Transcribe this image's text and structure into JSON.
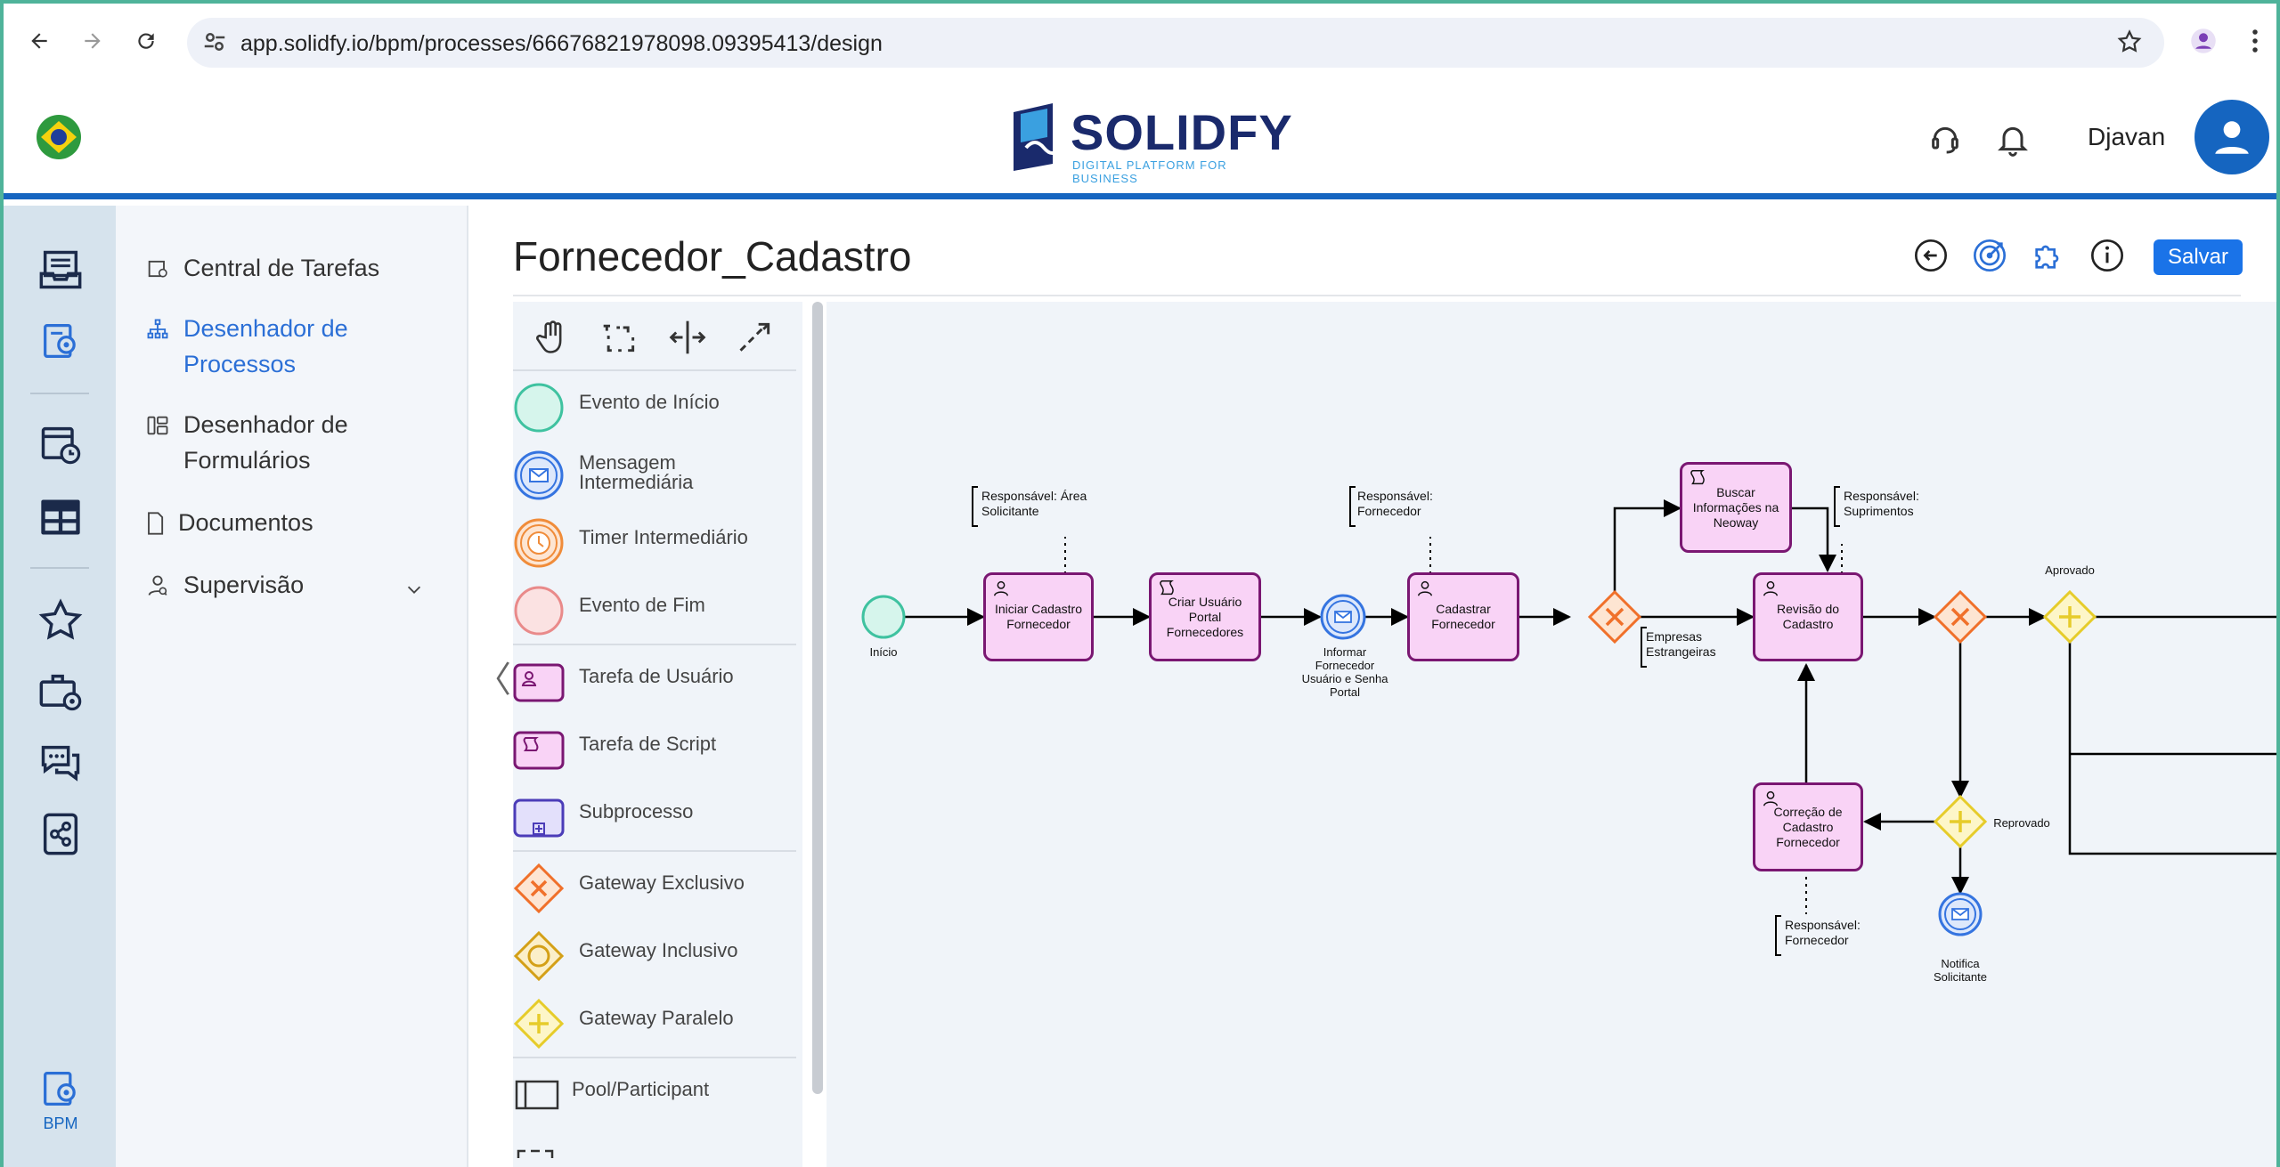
{
  "browser": {
    "url": "app.solidfy.io/bpm/processes/66676821978098.09395413/design"
  },
  "header": {
    "brand": "SOLIDFY",
    "tagline": "DIGITAL PLATFORM FOR BUSINESS",
    "user_name": "Djavan"
  },
  "rail": {
    "bpm_label": "BPM"
  },
  "nav": {
    "items": [
      {
        "label": "Central de Tarefas"
      },
      {
        "label": "Desenhador de Processos"
      },
      {
        "label": "Desenhador de Formulários"
      },
      {
        "label": "Documentos"
      },
      {
        "label": "Supervisão"
      }
    ]
  },
  "page": {
    "title": "Fornecedor_Cadastro",
    "save_label": "Salvar"
  },
  "palette": {
    "items": [
      {
        "label": "Evento de Início"
      },
      {
        "label": "Mensagem Intermediária"
      },
      {
        "label": "Timer Intermediário"
      },
      {
        "label": "Evento de Fim"
      },
      {
        "label": "Tarefa de Usuário"
      },
      {
        "label": "Tarefa de Script"
      },
      {
        "label": "Subprocesso"
      },
      {
        "label": "Gateway Exclusivo"
      },
      {
        "label": "Gateway Inclusivo"
      },
      {
        "label": "Gateway Paralelo"
      },
      {
        "label": "Pool/Participant"
      }
    ]
  },
  "diagram": {
    "start_label": "Início",
    "tasks": {
      "iniciar": "Iniciar Cadastro Fornecedor",
      "criar": "Criar Usuário Portal Fornecedores",
      "cadastrar": "Cadastrar Fornecedor",
      "buscar": "Buscar Informações na Neoway",
      "revisao": "Revisão do Cadastro",
      "correcao": "Correção de Cadastro Fornecedor"
    },
    "informar_label": "Informar Fornecedor Usuário e Senha Portal",
    "notifica_label": "Notifica Solicitante",
    "annotations": {
      "area_solicitante": "Responsável: Área Solicitante",
      "fornecedor_1": "Responsável: Fornecedor",
      "suprimentos": "Responsável: Suprimentos",
      "fornecedor_2": "Responsável: Fornecedor"
    },
    "flow_labels": {
      "empresas": "Empresas Estrangeiras",
      "aprovado": "Aprovado",
      "reprovado": "Reprovado"
    }
  }
}
